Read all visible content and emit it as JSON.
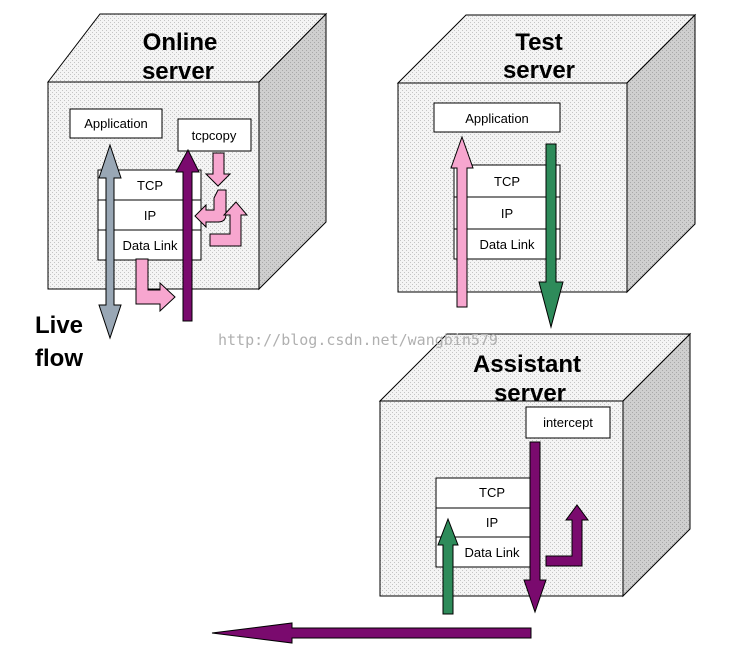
{
  "servers": {
    "online": {
      "title_line1": "Online",
      "title_line2": "server",
      "app_label": "Application",
      "tcpcopy_label": "tcpcopy",
      "stack": [
        "TCP",
        "IP",
        "Data Link"
      ]
    },
    "test": {
      "title_line1": "Test",
      "title_line2": "server",
      "app_label": "Application",
      "stack": [
        "TCP",
        "IP",
        "Data Link"
      ]
    },
    "assistant": {
      "title_line1": "Assistant",
      "title_line2": "server",
      "intercept_label": "intercept",
      "stack": [
        "TCP",
        "IP",
        "Data Link"
      ]
    }
  },
  "live_flow": {
    "line1": "Live",
    "line2": "flow"
  },
  "watermark": "http://blog.csdn.net/wangbin579",
  "colors": {
    "gray_arrow": "#99a7b5",
    "purple_arrow": "#7a0a6e",
    "pink_arrow": "#f7a6cf",
    "green_arrow": "#2e8b5a",
    "cube_side": "#c8c8c8",
    "cube_front": "#ececec"
  }
}
